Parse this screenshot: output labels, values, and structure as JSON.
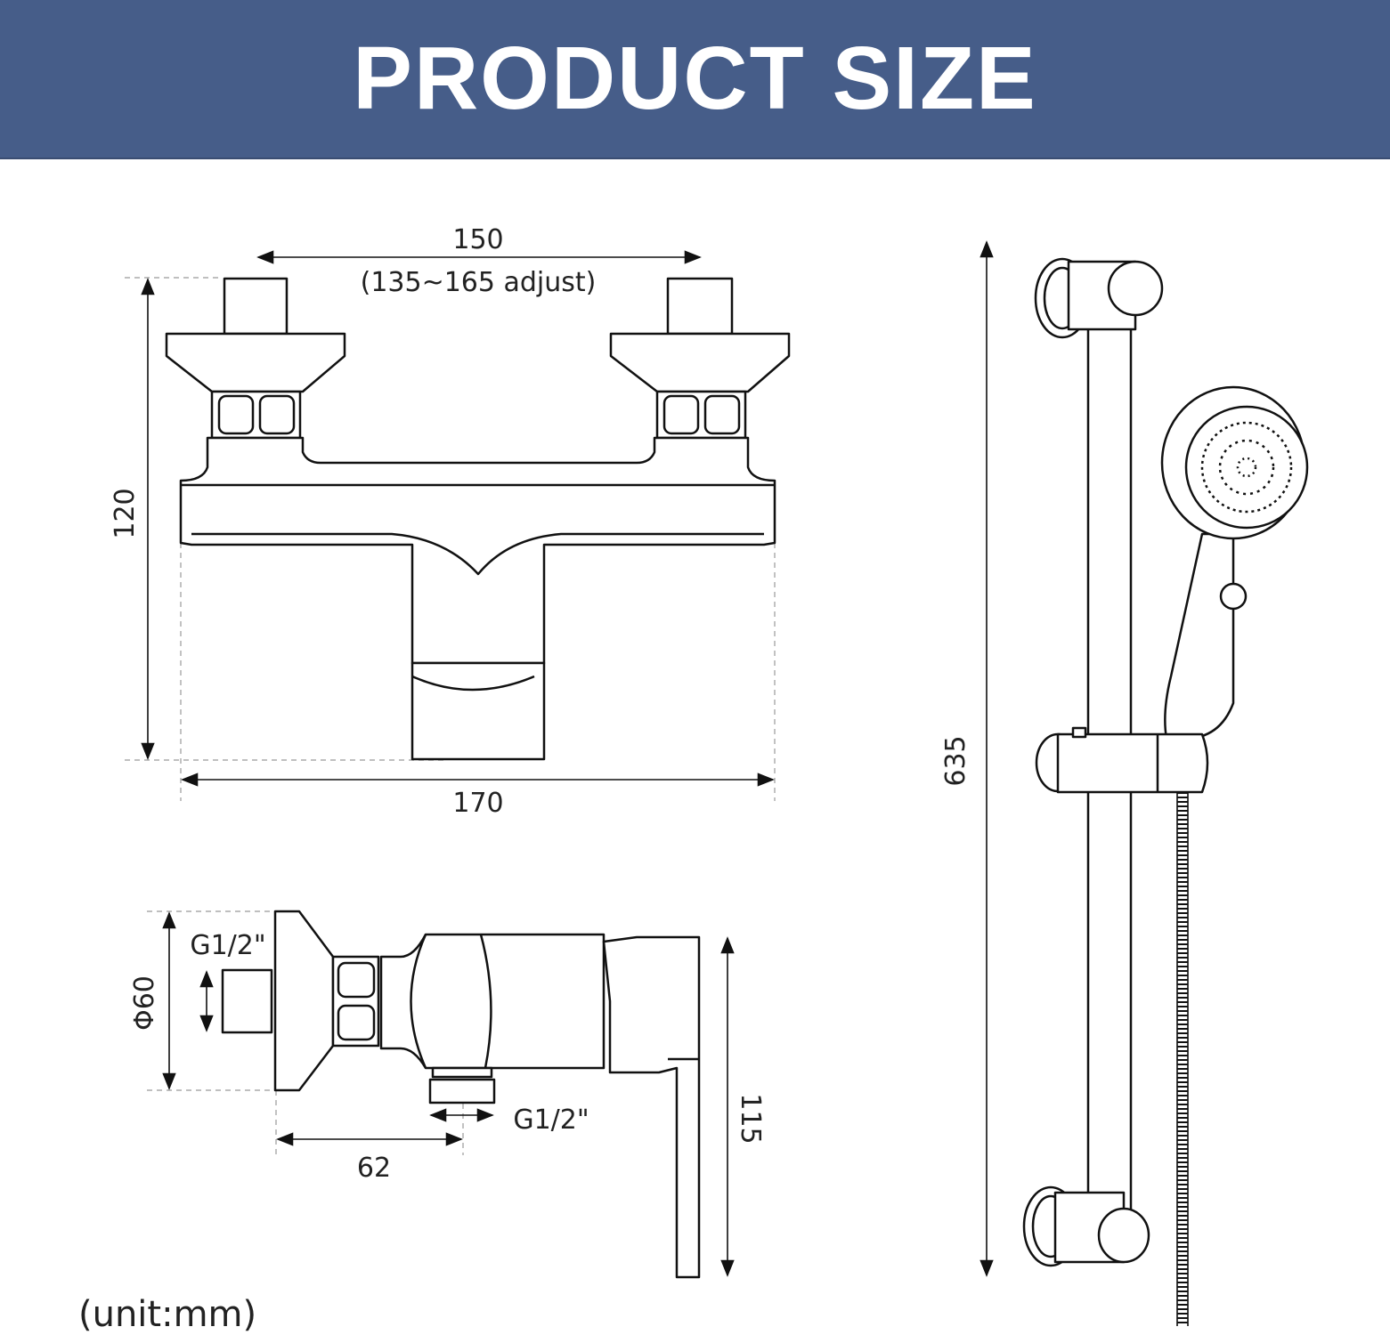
{
  "header": {
    "title": "PRODUCT SIZE",
    "background_color": "#465d89"
  },
  "front_view": {
    "inlet_spacing": "150",
    "inlet_adjust": "(135~165 adjust)",
    "height": "120",
    "width": "170"
  },
  "side_view": {
    "diameter": "Φ60",
    "inlet_thread": "G1/2\"",
    "outlet_thread": "G1/2\"",
    "outlet_offset": "62",
    "depth": "115"
  },
  "shower_rail": {
    "length": "635"
  },
  "footer": {
    "unit_note": "(unit:mm)"
  }
}
